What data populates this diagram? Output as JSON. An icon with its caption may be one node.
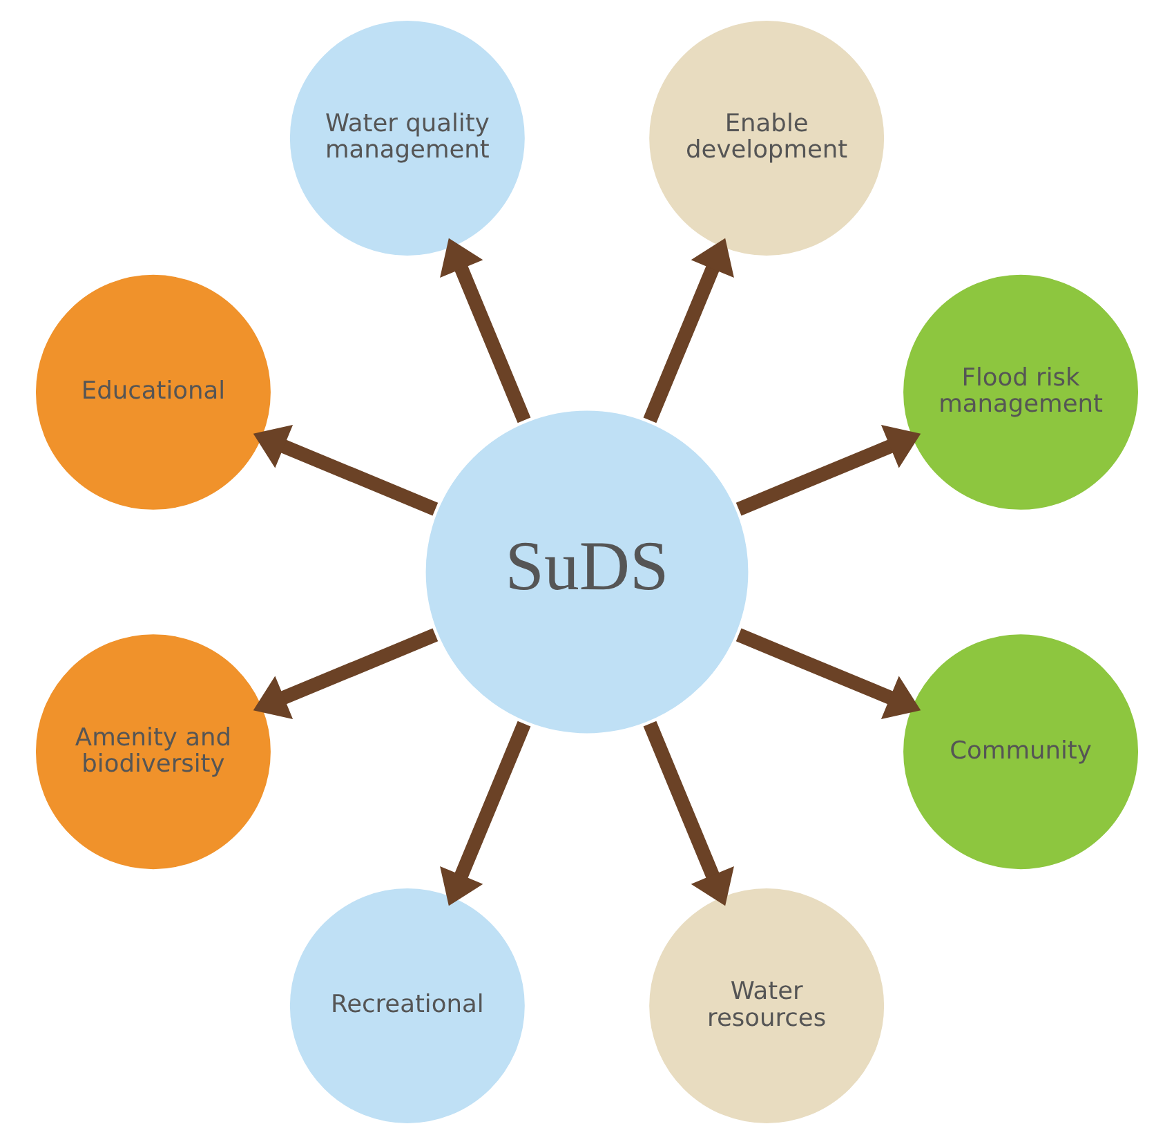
{
  "diagram": {
    "nodes": [
      {
        "text": [
          "SuDS"
        ]
      },
      {
        "text": [
          "Flood risk management"
        ]
      },
      {
        "text": [
          "Enable development"
        ]
      },
      {
        "text": [
          "Water quality management"
        ]
      },
      {
        "text": [
          "Educational"
        ]
      },
      {
        "text": [
          "Amenity and biodiversity"
        ]
      },
      {
        "text": [
          "Recreational"
        ]
      },
      {
        "text": [
          "Water resources"
        ]
      },
      {
        "text": [
          "Community"
        ]
      }
    ],
    "edges": [
      {
        "from": 0,
        "to": 1,
        "arrow": "to"
      },
      {
        "from": 0,
        "to": 3,
        "arrow": "to"
      },
      {
        "from": 0,
        "to": 5,
        "arrow": "to"
      },
      {
        "from": 0,
        "to": 7,
        "arrow": "to"
      },
      {
        "from": 0,
        "to": 8,
        "arrow": "to"
      },
      {
        "from": 0,
        "to": 6,
        "arrow": "to"
      },
      {
        "from": 0,
        "to": 4,
        "arrow": "to"
      },
      {
        "from": 0,
        "to": 2,
        "arrow": "to"
      }
    ]
  }
}
